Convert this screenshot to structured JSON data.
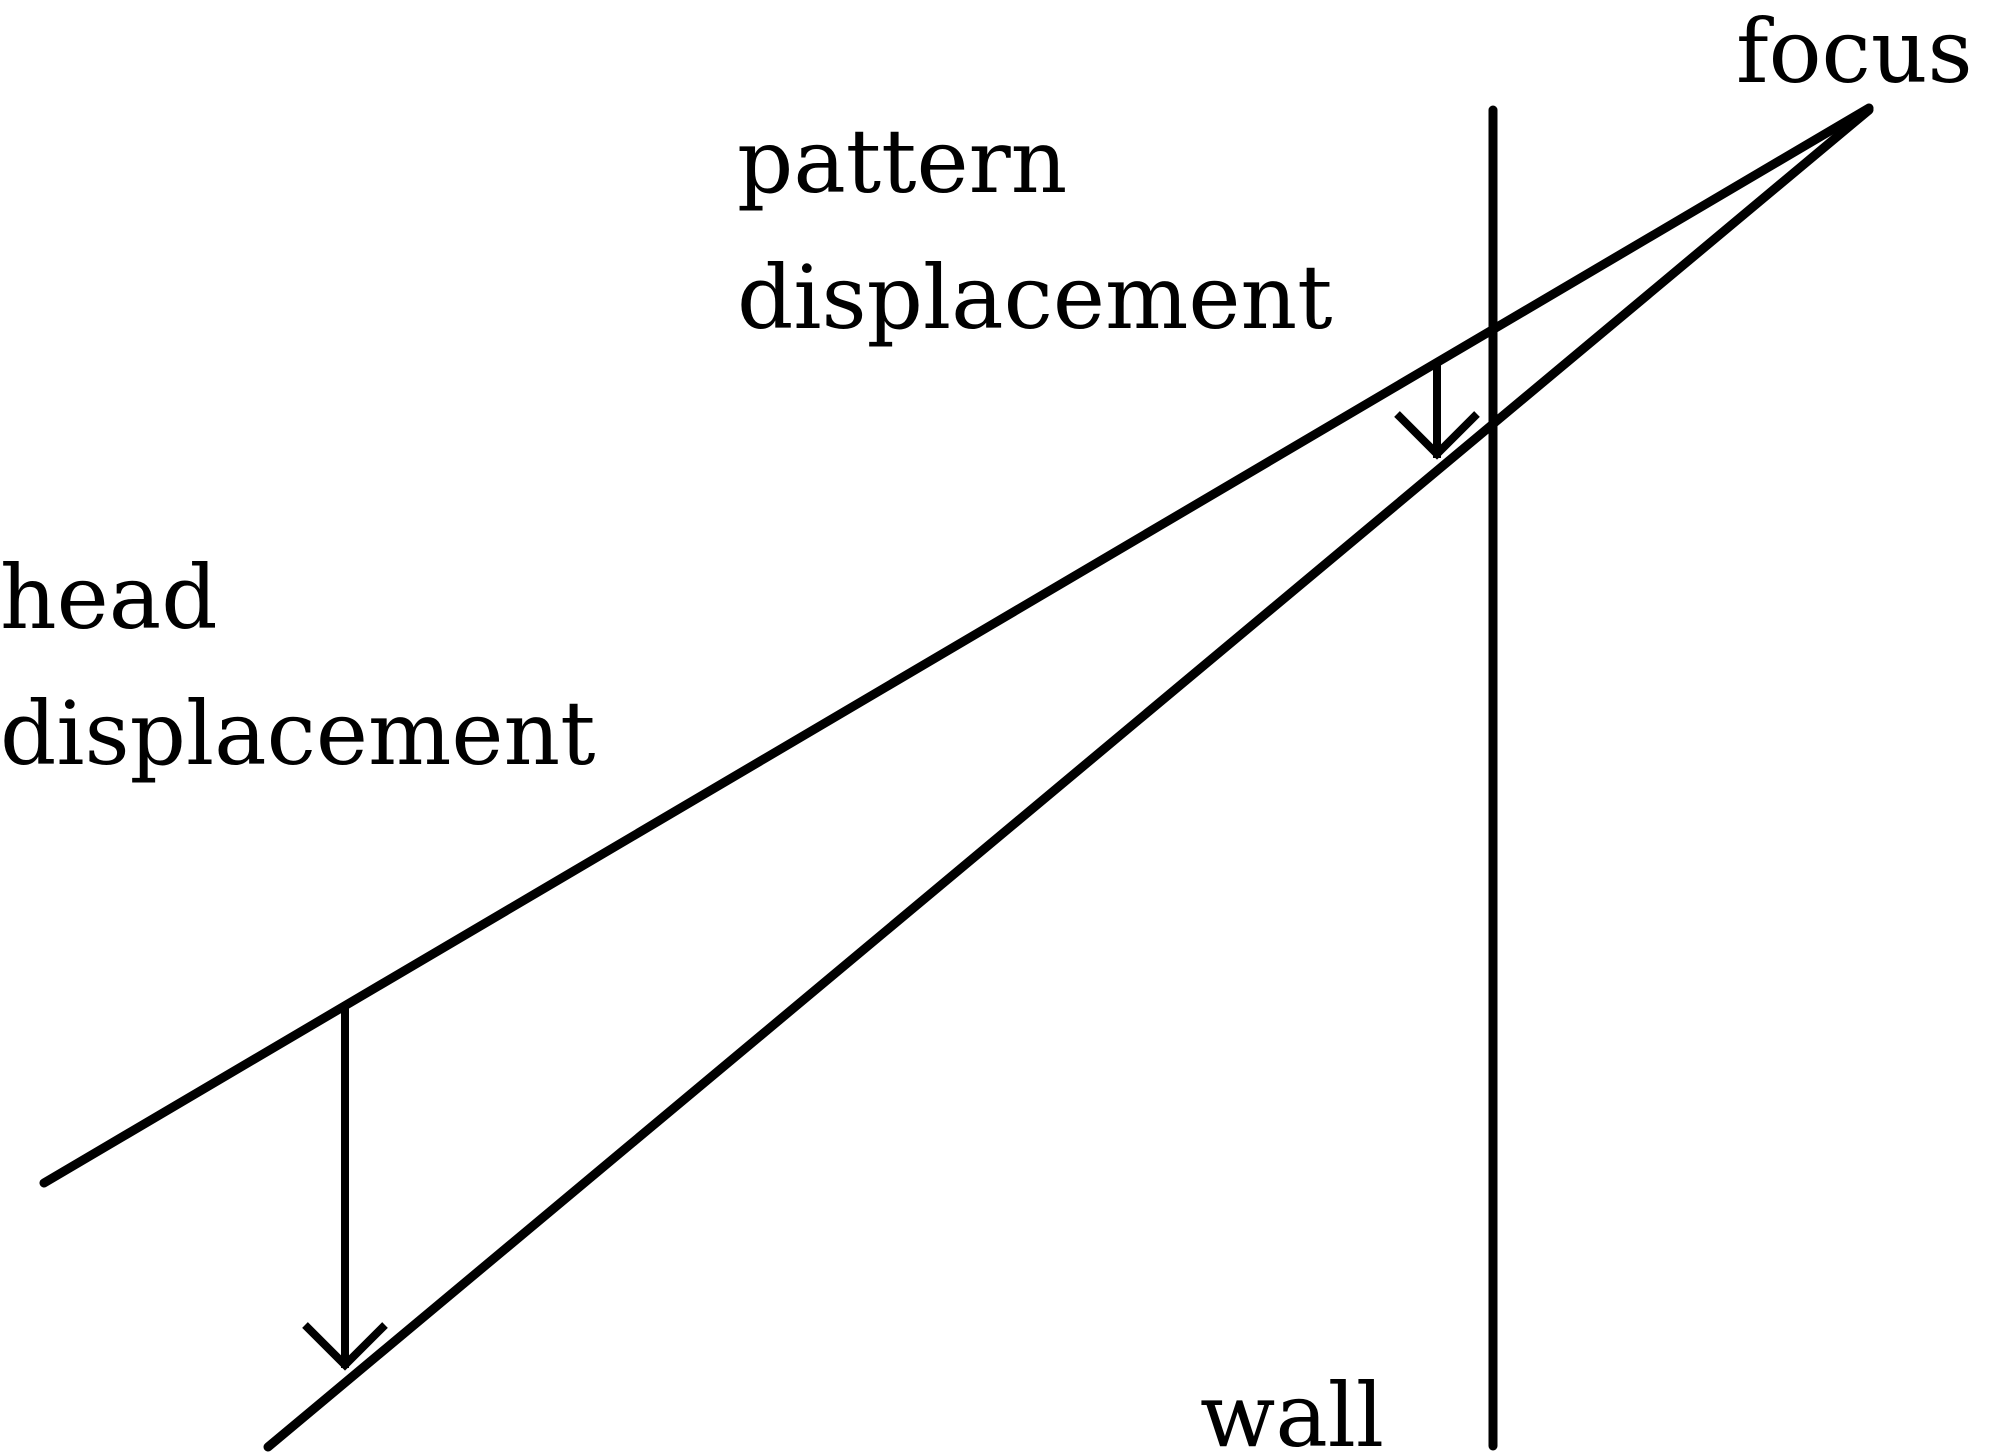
{
  "labels": {
    "focus": "focus",
    "pattern_line1": "pattern",
    "pattern_line2": "displacement",
    "head_line1": "head",
    "head_line2": "displacement",
    "wall": "wall"
  },
  "colors": {
    "ink": "#000000",
    "background": "#ffffff"
  }
}
